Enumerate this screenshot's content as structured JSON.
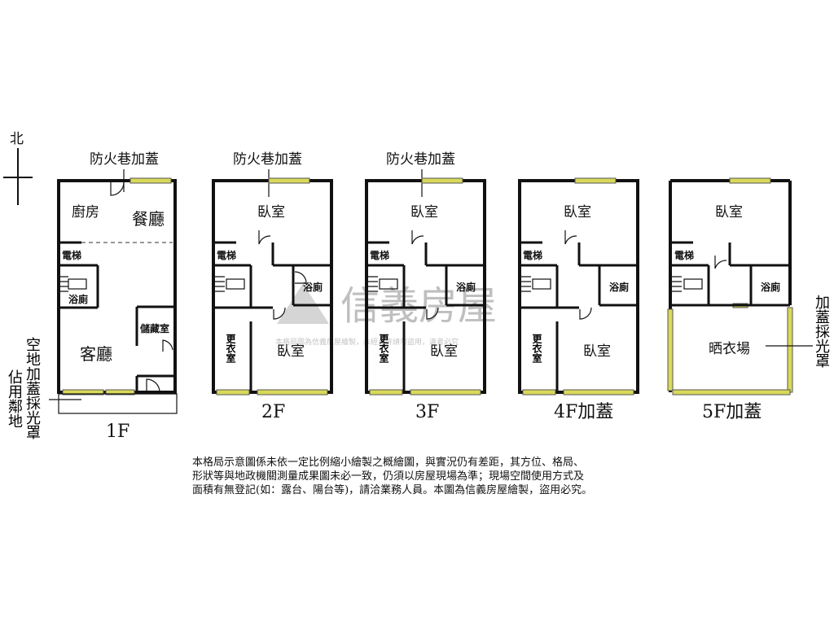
{
  "compass": {
    "north_label": "北"
  },
  "annotations": {
    "fire_lane": "防火巷加蓋",
    "left_vertical": "空地加蓋採光罩",
    "left_vertical2": "佔用鄰地",
    "right_vertical": "加蓋採光罩"
  },
  "floors": [
    {
      "label": "1F",
      "rooms": {
        "kitchen": "廚房",
        "dining": "餐廳",
        "elevator": "電梯",
        "bath": "浴廁",
        "living": "客廳",
        "storage": "儲藏室"
      }
    },
    {
      "label": "2F",
      "rooms": {
        "bedroom_top": "臥室",
        "elevator": "電梯",
        "bath": "浴廁",
        "closet": "更衣室",
        "bedroom_bottom": "臥室"
      }
    },
    {
      "label": "3F",
      "rooms": {
        "bedroom_top": "臥室",
        "elevator": "電梯",
        "bath": "浴廁",
        "closet": "更衣室",
        "bedroom_bottom": "臥室"
      }
    },
    {
      "label": "4F加蓋",
      "rooms": {
        "bedroom_top": "臥室",
        "elevator": "電梯",
        "bath": "浴廁",
        "closet": "更衣室",
        "bedroom_bottom": "臥室"
      }
    },
    {
      "label": "5F加蓋",
      "rooms": {
        "bedroom_top": "臥室",
        "elevator": "電梯",
        "bath": "浴廁",
        "drying": "晒衣場"
      }
    }
  ],
  "watermark": {
    "brand": "信義房屋",
    "subtext": "本格局圖為信義房屋繪製，未經允許請勿盜用，違者必究"
  },
  "disclaimer": {
    "line1": "本格局示意圖係未依一定比例縮小繪製之概繪圖，與實況仍有差距，其方位、格局、",
    "line2": "形狀等與地政機關測量成果圖未必一致，仍須以房屋現場為準；現場空間使用方式及",
    "line3": "面積有無登記(如：露台、陽台等)，請洽業務人員。本圖為信義房屋繪製，盜用必究。"
  }
}
